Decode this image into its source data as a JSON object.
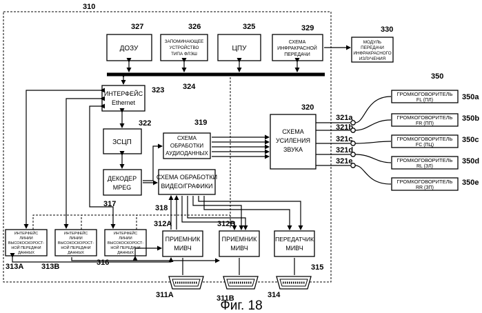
{
  "refs": {
    "r310": "310",
    "r327": "327",
    "r326": "326",
    "r325": "325",
    "r329": "329",
    "r330": "330",
    "r323": "323",
    "r324": "324",
    "r322": "322",
    "r319": "319",
    "r320": "320",
    "r350": "350",
    "r317": "317",
    "r318": "318",
    "r312a": "312A",
    "r312b": "312B",
    "r313a": "313A",
    "r313b": "313B",
    "r316": "316",
    "r315": "315",
    "r311a": "311A",
    "r311b": "311B",
    "r314": "314",
    "r321a": "321a",
    "r321b": "321b",
    "r321c": "321c",
    "r321d": "321d",
    "r321e": "321e",
    "r350a": "350a",
    "r350b": "350b",
    "r350c": "350c",
    "r350d": "350d",
    "r350e": "350e"
  },
  "blocks": {
    "dram": "ДОЗУ",
    "flash": [
      "ЗАПОМИНАЮЩЕЕ",
      "УСТРОЙСТВО",
      "ТИПА ФЛЭШ"
    ],
    "cpu": "ЦПУ",
    "ir_circuit": [
      "СХЕМА",
      "ИНФРАКРАСНОЙ",
      "ПЕРЕДАЧИ"
    ],
    "ir_module": [
      "МОДУЛЬ",
      "ПЕРЕДАЧИ",
      "ИНФРАКРАСНОГО",
      "ИЗЛУЧЕНИЯ"
    ],
    "ethernet": [
      "ИНТЕРФЕЙС",
      "Ethernet"
    ],
    "dtcp": "ЗСЦП",
    "mpeg": [
      "ДЕКОДЕР",
      "MPEG"
    ],
    "audio_proc": [
      "СХЕМА",
      "ОБРАБОТКИ",
      "АУДИОДАННЫХ"
    ],
    "video_proc": [
      "СХЕМА ОБРАБОТКИ",
      "ВИДЕО/ГРАФИКИ"
    ],
    "amp": [
      "СХЕМА",
      "УСИЛЕНИЯ",
      "ЗВУКА"
    ],
    "rx_a": [
      "ПРИЕМНИК",
      "МИВЧ"
    ],
    "rx_b": [
      "ПРИЕМНИК",
      "МИВЧ"
    ],
    "tx": [
      "ПЕРЕДАТЧИК",
      "МИВЧ"
    ],
    "hs_if": [
      "ИНТЕРФЕЙС",
      "ЛИНИИ",
      "ВЫСОКОСКОРОСТ-",
      "НОЙ ПЕРЕДАЧИ",
      "ДАННЫХ"
    ],
    "hs_if_c": [
      "ИНТЕРФЕЙС",
      "ЛИНИИ",
      "ВЫСОКОСКОРОСТ-",
      "НОЙ ПЕРЕДАЧИ",
      "ДАННЫХ"
    ]
  },
  "speakers": [
    {
      "name": "ГРОМКОГОВОРИТЕЛЬ",
      "ch": "FL (ПЛ)"
    },
    {
      "name": "ГРОМКОГОВОРИТЕЛЬ",
      "ch": "FR (ПП)"
    },
    {
      "name": "ГРОМКОГОВОРИТЕЛЬ",
      "ch": "FC (ПЦ)"
    },
    {
      "name": "ГРОМКОГОВОРИТЕЛЬ",
      "ch": "RL (ЗЛ)"
    },
    {
      "name": "ГРОМКОГОВОРИТЕЛЬ",
      "ch": "RR (ЗП)"
    }
  ],
  "caption": "Фиг. 18"
}
